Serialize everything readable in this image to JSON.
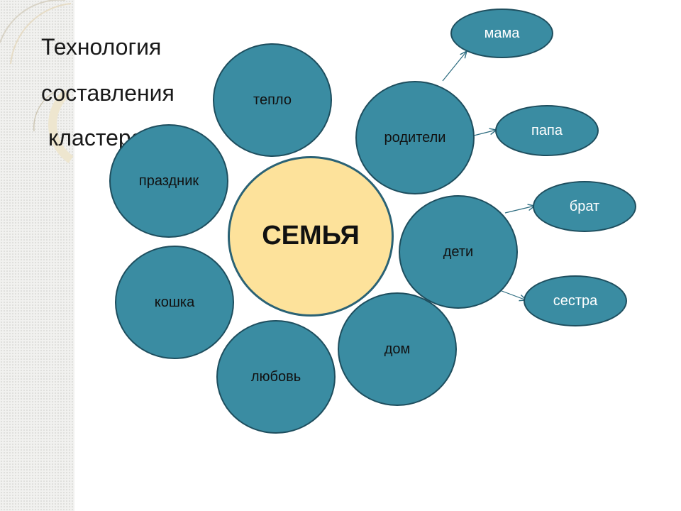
{
  "title_lines": [
    "Технология",
    "составления",
    "кластера"
  ],
  "center_label": "СЕМЬЯ",
  "nodes": {
    "teplo": "тепло",
    "roditeli": "родители",
    "prazdnik": "праздник",
    "deti": "дети",
    "koshka": "кошка",
    "dom": "дом",
    "lyubov": "любовь"
  },
  "leaves": {
    "mama": "мама",
    "papa": "папа",
    "brat": "брат",
    "sestra": "сестра"
  },
  "colors": {
    "node_fill": "#3a8ca2",
    "center_fill": "#fde29b",
    "outline": "#1e4e5e"
  }
}
